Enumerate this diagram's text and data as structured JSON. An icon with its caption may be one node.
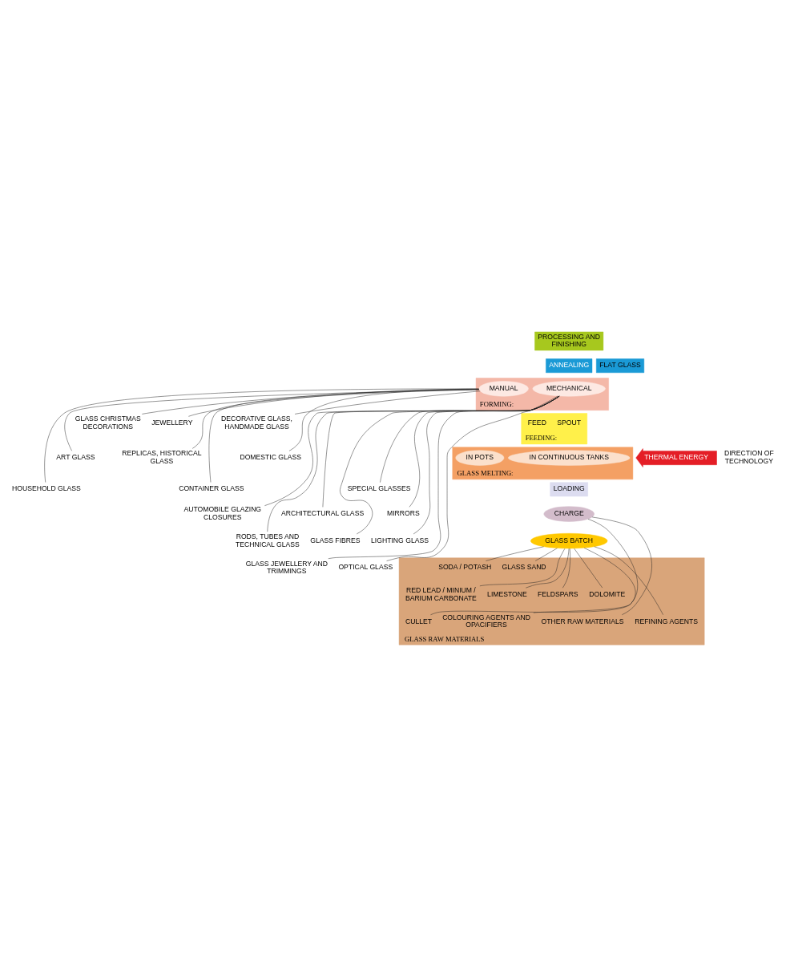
{
  "diagram": {
    "nodes": [
      {
        "text": [
          "GLASS RAW MATERIALS"
        ]
      },
      {
        "text": [
          "GLASS SAND"
        ],
        "in": 0
      },
      {
        "text": [
          "SODA / POTASH"
        ],
        "in": 0
      },
      {
        "text": [
          "LIMESTONE"
        ],
        "in": 0
      },
      {
        "text": [
          "DOLOMITE"
        ],
        "in": 0
      },
      {
        "text": [
          "FELDSPARS"
        ],
        "in": 0
      },
      {
        "text": [
          "RED LEAD / MINIUM / BARIUM CARBONATE"
        ],
        "in": 0
      },
      {
        "text": [
          "COLOURING AGENTS AND OPACIFIERS"
        ],
        "in": 0
      },
      {
        "text": [
          "REFINING AGENTS"
        ],
        "in": 0
      },
      {
        "text": [
          "OTHER RAW MATERIALS"
        ],
        "in": 0
      },
      {
        "text": [
          "CULLET"
        ],
        "in": 0
      },
      {
        "text": [
          "GLASS BATCH"
        ]
      },
      {
        "text": [
          "CHARGE"
        ]
      },
      {
        "text": [
          "LOADING"
        ]
      },
      {
        "text": [
          "GLASS MELTING:"
        ]
      },
      {
        "text": [
          "IN CONTINUOUS TANKS"
        ],
        "in": 14
      },
      {
        "text": [
          "IN POTS"
        ],
        "in": 14
      },
      {
        "text": [
          "FEEDING:"
        ]
      },
      {
        "text": [
          "SPOUT"
        ],
        "in": 17
      },
      {
        "text": [
          "FEED"
        ],
        "in": 17
      },
      {
        "text": [
          "FORMING:"
        ]
      },
      {
        "text": [
          "MECHANICAL"
        ],
        "in": 20
      },
      {
        "text": [
          "MANUAL"
        ],
        "in": 20
      },
      {
        "text": [
          "ANNEALING"
        ]
      },
      {
        "text": [
          "PROCESSING AND FINISHING"
        ]
      },
      {
        "text": [
          "FLAT GLASS"
        ]
      },
      {
        "text": [
          "THERMAL ENERGY"
        ]
      },
      {
        "text": [
          "OPTICAL GLASS"
        ]
      },
      {
        "text": [
          "GLASS JEWELLERY AND TRIMMINGS"
        ]
      },
      {
        "text": [
          "CONTAINER GLASS"
        ]
      },
      {
        "text": [
          "LIGHTING GLASS"
        ]
      },
      {
        "text": [
          "HOUSEHOLD GLASS"
        ]
      },
      {
        "text": [
          "GLASS FIBRES"
        ]
      },
      {
        "text": [
          "DOMESTIC GLASS"
        ]
      },
      {
        "text": [
          "RODS, TUBES AND TECHNICAL GLASS"
        ]
      },
      {
        "text": [
          "REPLICAS, HISTORICAL GLASS"
        ]
      },
      {
        "text": [
          "MIRRORS"
        ]
      },
      {
        "text": [
          "ART GLASS"
        ]
      },
      {
        "text": [
          "ARCHITECTURAL GLASS"
        ]
      },
      {
        "text": [
          "DECORATIVE GLASS, HANDMADE GLASS"
        ]
      },
      {
        "text": [
          "JEWELLERY"
        ]
      },
      {
        "text": [
          "AUTOMOBILE GLAZING CLOSURES"
        ]
      },
      {
        "text": [
          "GLASS CHRISTMAS DECORATIONS"
        ]
      },
      {
        "text": [
          "SPECIAL GLASSES"
        ]
      }
    ],
    "edges": [
      {
        "from": 1,
        "to": 11,
        "arrow": "none"
      },
      {
        "from": 2,
        "to": 11,
        "arrow": "none"
      },
      {
        "from": 3,
        "to": 11,
        "arrow": "none"
      },
      {
        "from": 4,
        "to": 11,
        "arrow": "none"
      },
      {
        "from": 5,
        "to": 11,
        "arrow": "none"
      },
      {
        "from": 6,
        "to": 11,
        "arrow": "none"
      },
      {
        "from": 7,
        "to": 11,
        "arrow": "none"
      },
      {
        "from": 8,
        "to": 11,
        "arrow": "none"
      },
      {
        "from": 9,
        "to": 12,
        "arrow": "none"
      },
      {
        "from": 10,
        "to": 12,
        "arrow": "none"
      },
      {
        "from": 27,
        "to": 21,
        "arrow": "none"
      },
      {
        "from": 28,
        "to": 21,
        "arrow": "none"
      },
      {
        "from": 29,
        "to": 22,
        "arrow": "none"
      },
      {
        "from": 30,
        "to": 21,
        "arrow": "none"
      },
      {
        "from": 31,
        "to": 22,
        "arrow": "none"
      },
      {
        "from": 32,
        "to": 21,
        "arrow": "none"
      },
      {
        "from": 33,
        "to": 22,
        "arrow": "none"
      },
      {
        "from": 34,
        "to": 21,
        "arrow": "none"
      },
      {
        "from": 35,
        "to": 22,
        "arrow": "none"
      },
      {
        "from": 36,
        "to": 21,
        "arrow": "none"
      },
      {
        "from": 37,
        "to": 22,
        "arrow": "none"
      },
      {
        "from": 38,
        "to": 21,
        "arrow": "none"
      },
      {
        "from": 39,
        "to": 22,
        "arrow": "none"
      },
      {
        "from": 40,
        "to": 22,
        "arrow": "none"
      },
      {
        "from": 41,
        "to": 21,
        "arrow": "none"
      },
      {
        "from": 42,
        "to": 22,
        "arrow": "none"
      },
      {
        "from": 43,
        "to": 21,
        "arrow": "none"
      }
    ],
    "labels": [
      "DIRECTION OF TECHNOLOGY"
    ]
  }
}
